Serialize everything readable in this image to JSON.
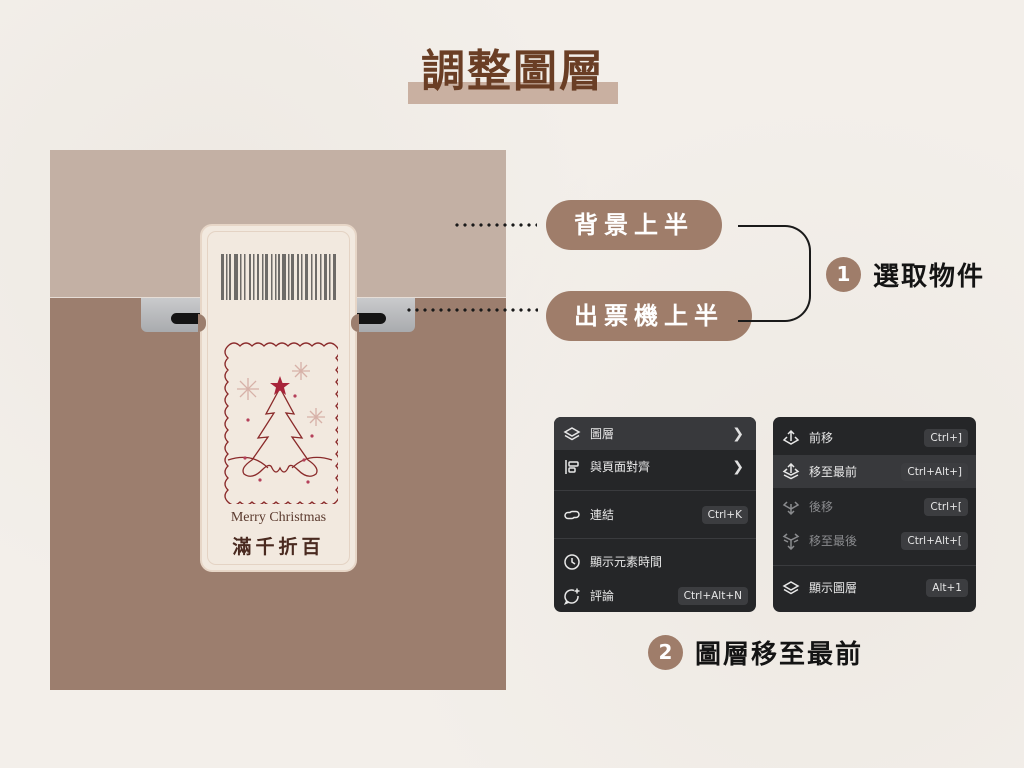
{
  "title": "調整圖層",
  "canvas": {
    "ticket": {
      "greeting": "Merry Christmas",
      "deal": "滿千折百"
    },
    "colors": {
      "bg_top": "#c3b0a4",
      "bg_bottom": "#9c7e6e",
      "ticket": "#f2e9df",
      "accent_red": "#a8243a"
    }
  },
  "labels": {
    "bg_top_half": "背景上半",
    "printer_top_half": "出票機上半"
  },
  "steps": [
    {
      "number": "1",
      "label": "選取物件"
    },
    {
      "number": "2",
      "label": "圖層移至最前"
    }
  ],
  "context_menu": {
    "items": [
      {
        "icon": "layers-icon",
        "label": "圖層",
        "submenu": true,
        "highlighted": true
      },
      {
        "icon": "align-icon",
        "label": "與頁面對齊",
        "submenu": true
      },
      {
        "icon": "link-icon",
        "label": "連結",
        "shortcut": "Ctrl+K"
      },
      {
        "icon": "clock-icon",
        "label": "顯示元素時間"
      },
      {
        "icon": "comment-icon",
        "label": "評論",
        "shortcut": "Ctrl+Alt+N"
      }
    ]
  },
  "layer_submenu": {
    "items": [
      {
        "icon": "bring-forward-icon",
        "label": "前移",
        "shortcut": "Ctrl+]"
      },
      {
        "icon": "bring-to-front-icon",
        "label": "移至最前",
        "shortcut": "Ctrl+Alt+]",
        "highlighted": true
      },
      {
        "icon": "send-backward-icon",
        "label": "後移",
        "shortcut": "Ctrl+[",
        "disabled": true
      },
      {
        "icon": "send-to-back-icon",
        "label": "移至最後",
        "shortcut": "Ctrl+Alt+[",
        "disabled": true
      },
      {
        "icon": "layers-icon",
        "label": "顯示圖層",
        "shortcut": "Alt+1"
      }
    ]
  },
  "colors": {
    "accent": "#9f7d6a",
    "title": "#6a3e25",
    "menu_bg": "#252628"
  }
}
